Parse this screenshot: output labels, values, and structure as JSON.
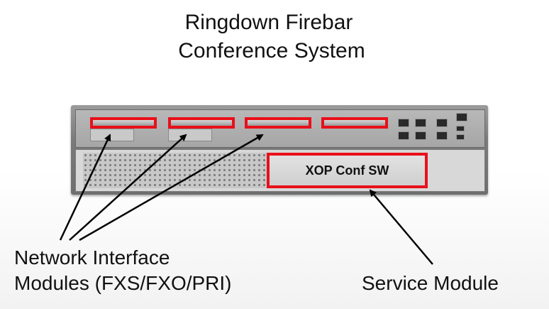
{
  "title": {
    "line1": "Ringdown Firebar",
    "line2": "Conference System"
  },
  "labels": {
    "nim_line1": "Network Interface",
    "nim_line2": "Modules (FXS/FXO/PRI)",
    "service_module": "Service Module"
  },
  "router": {
    "service_module_text": "XOP Conf SW",
    "nim_slot_count": 4
  },
  "colors": {
    "highlight": "#e8101a",
    "arrow": "#000000"
  }
}
